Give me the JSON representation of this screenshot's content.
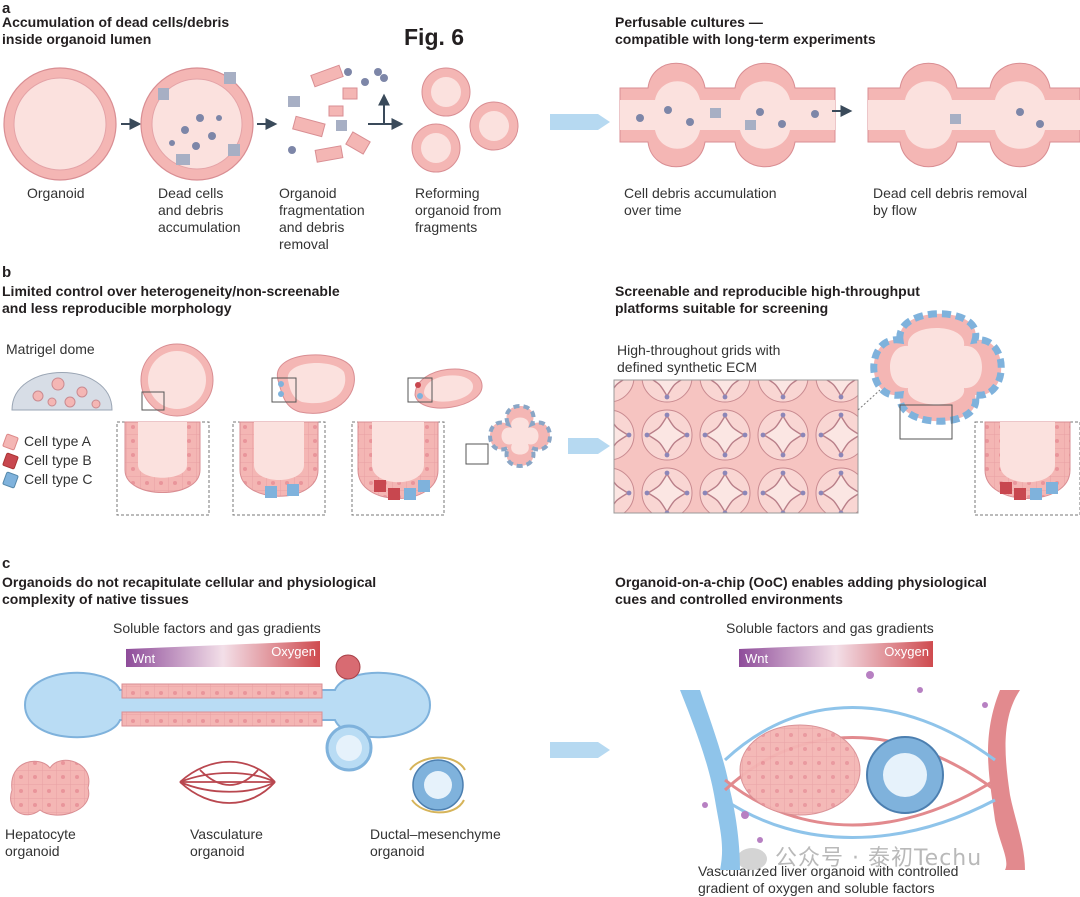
{
  "figure_title": "Fig. 6",
  "panel_a": {
    "letter": "a",
    "left_heading": "Accumulation of dead cells/debris\ninside organoid lumen",
    "right_heading": "Perfusable cultures —\ncompatible with long-term experiments",
    "steps": [
      "Organoid",
      "Dead cells\nand debris\naccumulation",
      "Organoid\nfragmentation\nand debris\nremoval",
      "Reforming\norganoid from\nfragments"
    ],
    "right_labels": [
      "Cell debris accumulation\nover time",
      "Dead cell debris removal\nby flow"
    ]
  },
  "panel_b": {
    "letter": "b",
    "left_heading": "Limited control over heterogeneity/non-screenable\nand less reproducible morphology",
    "right_heading": "Screenable and reproducible high-throughput\nplatforms suitable for screening",
    "matrigel_label": "Matrigel dome",
    "grid_label": "High-throughout grids with\ndefined synthetic ECM",
    "legend": [
      {
        "label": "Cell type A",
        "color": "#f4b6b4"
      },
      {
        "label": "Cell type B",
        "color": "#c8474f"
      },
      {
        "label": "Cell type C",
        "color": "#7fb2dc"
      }
    ]
  },
  "panel_c": {
    "letter": "c",
    "left_heading": "Organoids do not recapitulate cellular and physiological\ncomplexity of native tissues",
    "right_heading": "Organoid-on-a-chip (OoC) enables adding physiological\ncues and controlled environments",
    "gradient_title_left": "Soluble factors and gas gradients",
    "gradient_title_right": "Soluble factors and gas gradients",
    "wnt": "Wnt",
    "oxygen": "Oxygen",
    "organoids": [
      "Hepatocyte\norganoid",
      "Vasculature\norganoid",
      "Ductal–mesenchyme\norganoid"
    ],
    "right_caption": "Vascularized liver organoid with controlled\ngradient of oxygen and soluble factors"
  },
  "watermark": "公众号 · 泰初Techu",
  "colors": {
    "cell_pink": "#f4b6b4",
    "lumen_pink": "#fbe1de",
    "cell_red": "#c8474f",
    "cell_blue": "#7fb2dc",
    "arrow_blue": "#8cc3e6",
    "vessel_blue": "#8fc4ea",
    "vessel_red": "#e28a8e",
    "wnt_purple": "#8e4c9a"
  }
}
